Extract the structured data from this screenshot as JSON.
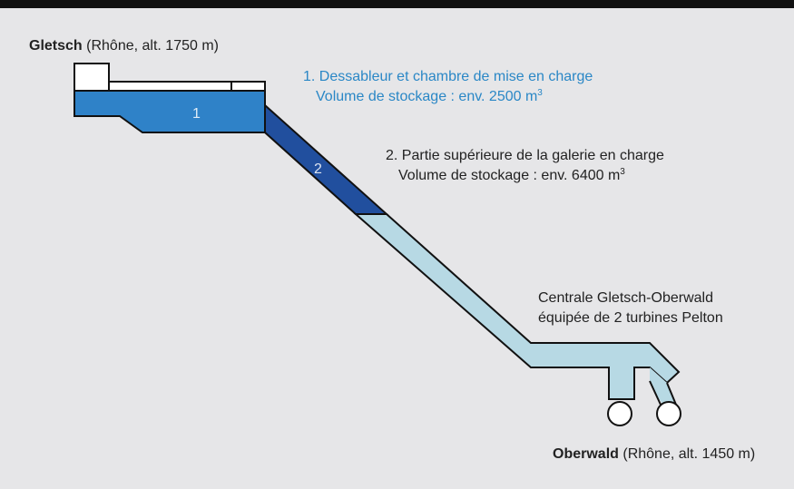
{
  "gletsch": {
    "name": "Gletsch",
    "detail": "(Rhône, alt. 1750 m)"
  },
  "oberwald": {
    "name": "Oberwald",
    "detail": "(Rhône, alt. 1450 m)"
  },
  "item1": {
    "title": "1. Dessableur et chambre de mise en charge",
    "volume_prefix": "Volume de stockage : env. 2500 m",
    "volume_exp": "3",
    "marker": "1"
  },
  "item2": {
    "title": "2. Partie supérieure de la galerie en charge",
    "volume_prefix": "Volume de stockage : env. 6400 m",
    "volume_exp": "3",
    "marker": "2"
  },
  "centrale": {
    "line1": "Centrale Gletsch-Oberwald",
    "line2": "équipée de 2 turbines Pelton"
  },
  "colors": {
    "chamber": "#2f82c8",
    "upper_gallery": "#214f9e",
    "lower_gallery": "#b7d9e4",
    "outline": "#111111",
    "label_blue": "#2a87c6"
  }
}
